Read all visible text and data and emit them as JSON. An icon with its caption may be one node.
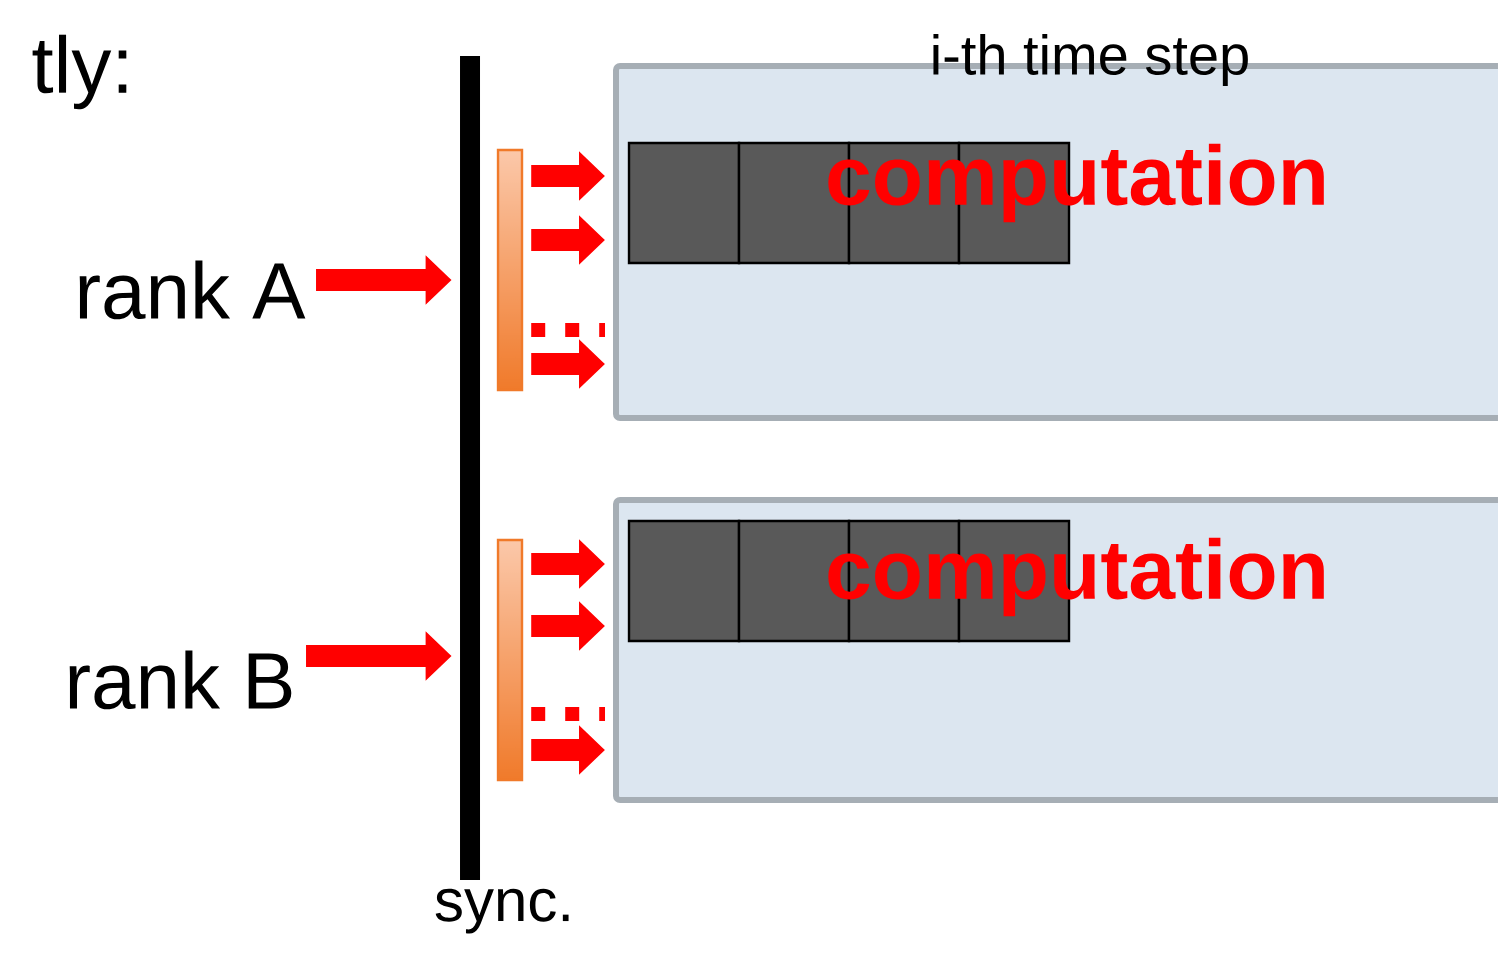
{
  "diagram": {
    "nodes": [
      {
        "text": [
          "rank A"
        ]
      },
      {
        "text": [
          "rank B"
        ]
      },
      {
        "text": [
          "sync."
        ]
      },
      {
        "text": [],
        "shape": "bar"
      },
      {
        "text": [],
        "shape": "bar"
      },
      {
        "text": [],
        "shape": "box"
      },
      {
        "text": [],
        "shape": "box",
        "in": 5
      },
      {
        "text": [],
        "shape": "box",
        "in": 5
      },
      {
        "text": [],
        "shape": "box",
        "in": 5
      },
      {
        "text": [],
        "shape": "box",
        "in": 5
      },
      {
        "text": [
          "computation"
        ],
        "in": 5
      },
      {
        "text": [],
        "shape": "box"
      },
      {
        "text": [],
        "shape": "box",
        "in": 11
      },
      {
        "text": [],
        "shape": "box",
        "in": 11
      },
      {
        "text": [],
        "shape": "box",
        "in": 11
      },
      {
        "text": [],
        "shape": "box",
        "in": 11
      },
      {
        "text": [
          "computation"
        ],
        "in": 11
      }
    ],
    "edges": [
      {
        "from": 0,
        "to": 2,
        "arrow": "to"
      },
      {
        "from": 1,
        "to": 2,
        "arrow": "to"
      },
      {
        "from": 3,
        "to": 5,
        "arrow": "to"
      },
      {
        "from": 3,
        "to": 5,
        "arrow": "to"
      },
      {
        "from": 3,
        "to": 5,
        "arrow": "none",
        "style": "dashed"
      },
      {
        "from": 3,
        "to": 5,
        "arrow": "to"
      },
      {
        "from": 4,
        "to": 11,
        "arrow": "to"
      },
      {
        "from": 4,
        "to": 11,
        "arrow": "to"
      },
      {
        "from": 4,
        "to": 11,
        "arrow": "none",
        "style": "dashed"
      },
      {
        "from": 4,
        "to": 11,
        "arrow": "to"
      }
    ],
    "labels": [
      "tly:",
      "i-th time step"
    ]
  }
}
